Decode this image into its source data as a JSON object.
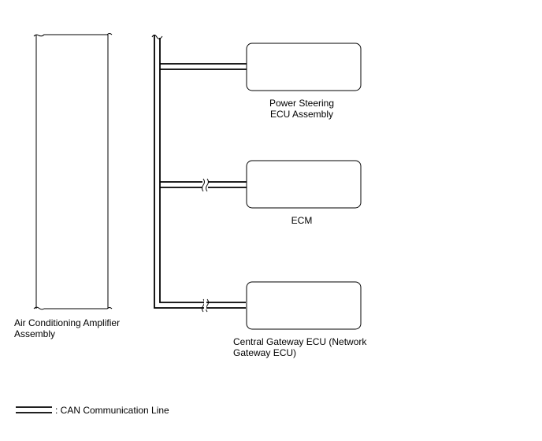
{
  "diagram": {
    "amplifier": {
      "label": "Air Conditioning Amplifier\nAssembly"
    },
    "ecus": [
      {
        "id": "ps",
        "label": "Power Steering\nECU Assembly"
      },
      {
        "id": "ecm",
        "label": "ECM"
      },
      {
        "id": "gateway",
        "label": "Central Gateway ECU (Network\nGateway ECU)"
      }
    ],
    "legend": {
      "label": ": CAN Communication Line"
    },
    "colors": {
      "line": "#000000",
      "background": "#ffffff"
    }
  }
}
